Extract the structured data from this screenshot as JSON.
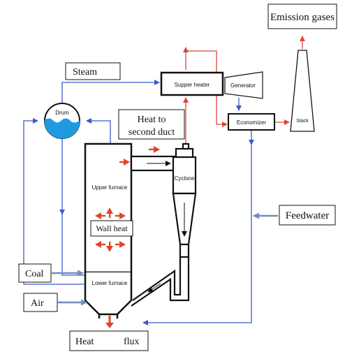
{
  "labels": {
    "emission_gases": "Emission gases",
    "steam": "Steam",
    "supper_heater": "Supper heater",
    "generator": "Generator",
    "drum": "Drum",
    "heat_to": "Heat to",
    "second_duct": "second duct",
    "economizer": "Economizer",
    "stack": "Stack",
    "cyclone": "Cyclone",
    "upper_furnace": "Upper furnace",
    "wall_heat": "Wall heat",
    "feedwater": "Feedwater",
    "coal": "Coal",
    "lower_furnace": "Lower furnace",
    "air": "Air",
    "heat": "Heat",
    "flux": "flux"
  },
  "colors": {
    "water_steam_line": "#3a5bc7",
    "hot_gas_line": "#e0453a",
    "input_arrow": "#6f8fb8",
    "heat_arrow": "#e0452b",
    "drum_water": "#1f9ae0",
    "outline": "#111111"
  }
}
